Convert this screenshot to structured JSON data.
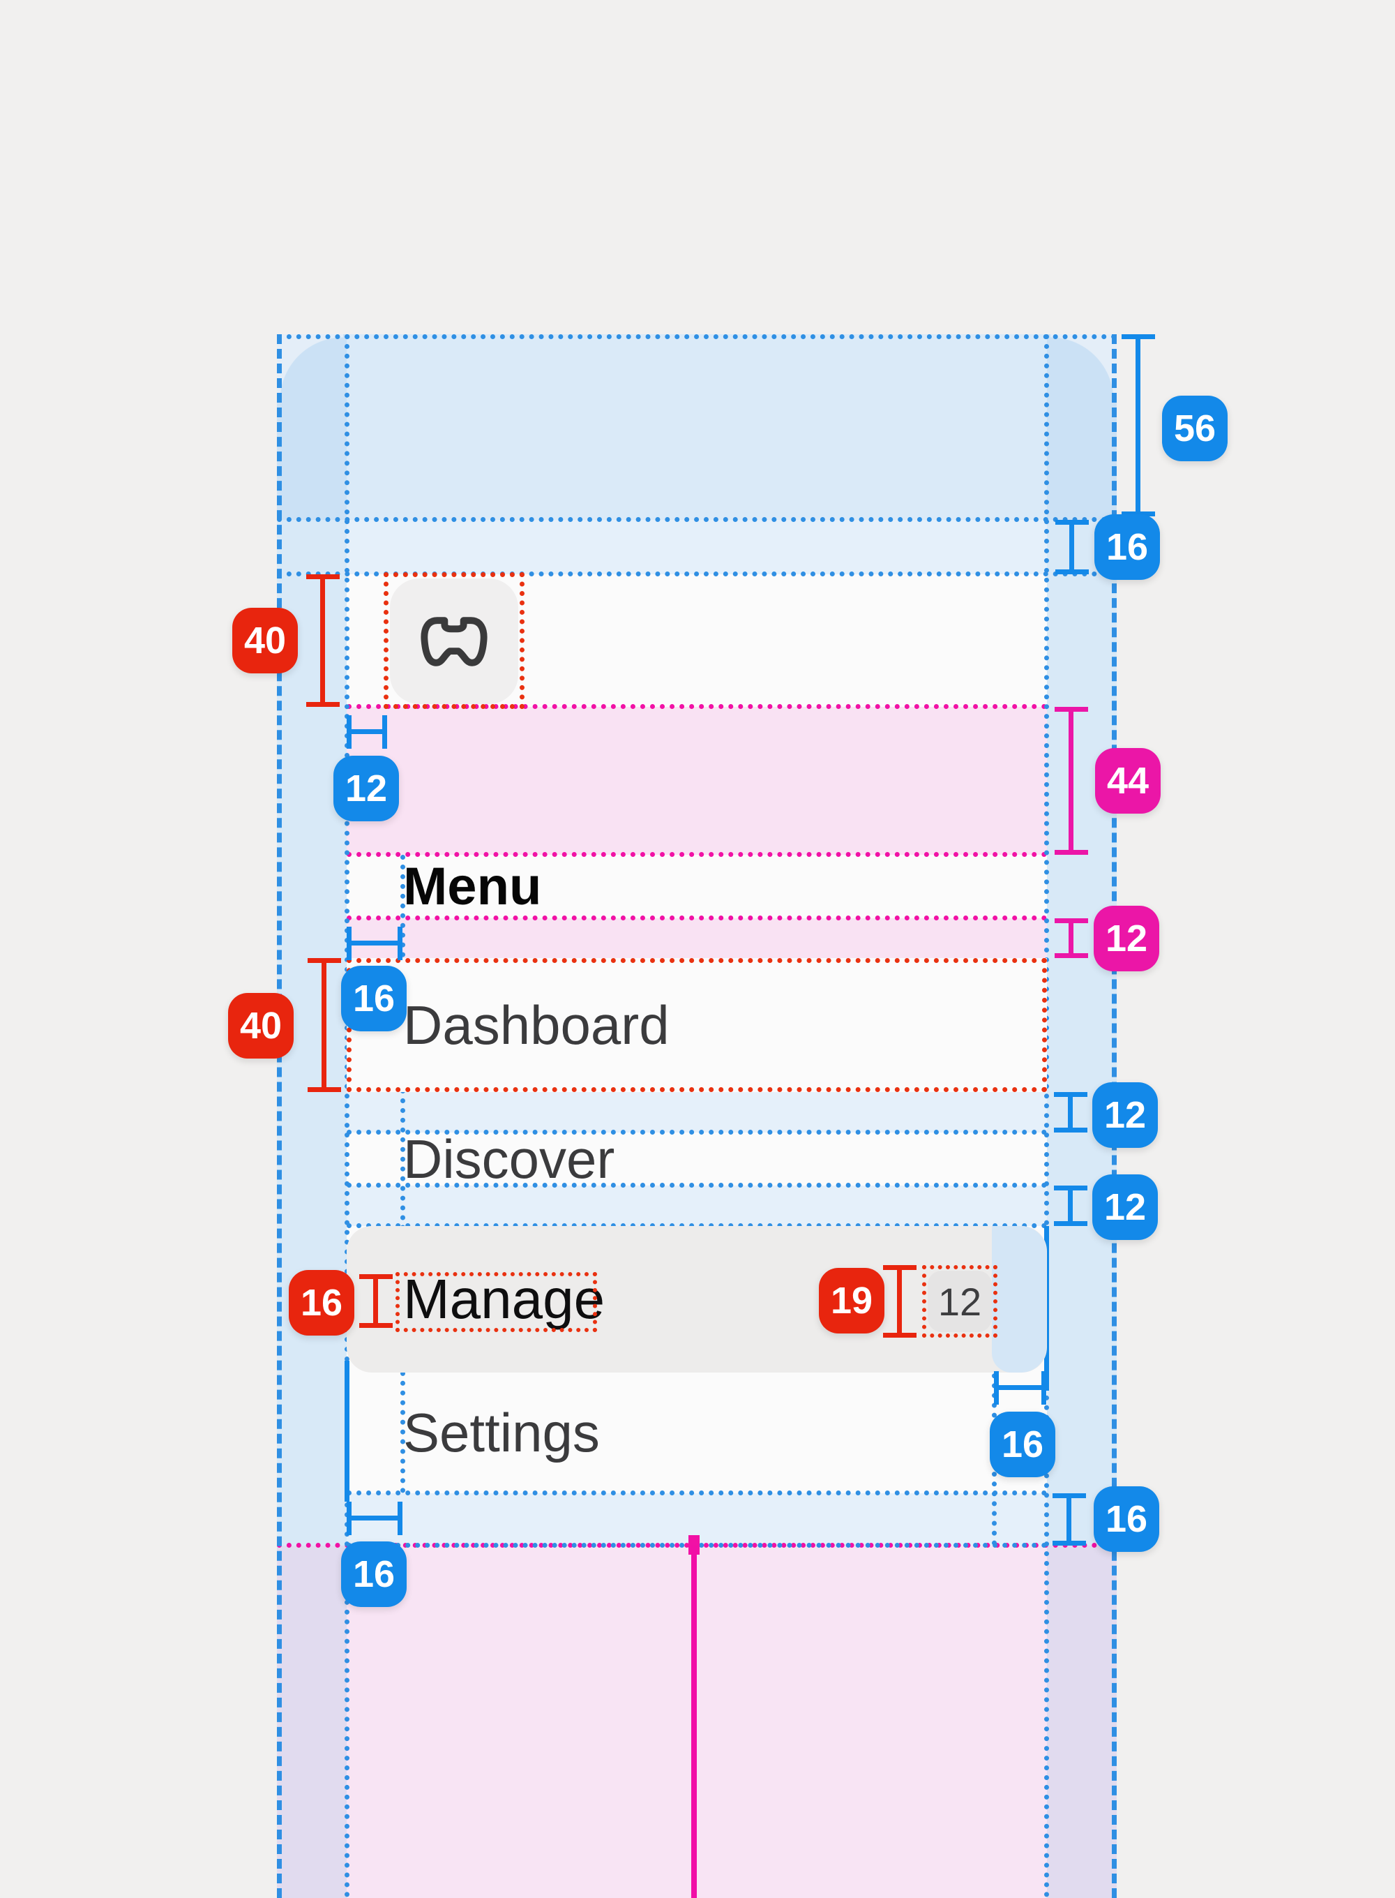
{
  "menu": {
    "title": "Menu",
    "items": [
      {
        "label": "Dashboard"
      },
      {
        "label": "Discover"
      },
      {
        "label": "Manage",
        "badge": "12"
      },
      {
        "label": "Settings"
      }
    ]
  },
  "logo_icon": "game-controller-icon",
  "measurements": {
    "status_bar_height": "56",
    "header_top_gap": "16",
    "logo_size": "40",
    "logo_indent": "12",
    "header_band_height": "44",
    "title_gap": "12",
    "item_indent": "16",
    "item_height": "40",
    "item_gap_1": "12",
    "item_gap_2": "12",
    "manage_font_size": "16",
    "counter_badge_height": "19",
    "trailing_margin": "16",
    "bottom_gap": "16",
    "bottom_indent": "16"
  },
  "colors": {
    "accent_blue": "#1389E9",
    "accent_red": "#E8250E",
    "accent_magenta": "#EB16A7",
    "overlay_blue": "#D9EAF8",
    "overlay_pink": "#F9E2F3"
  }
}
